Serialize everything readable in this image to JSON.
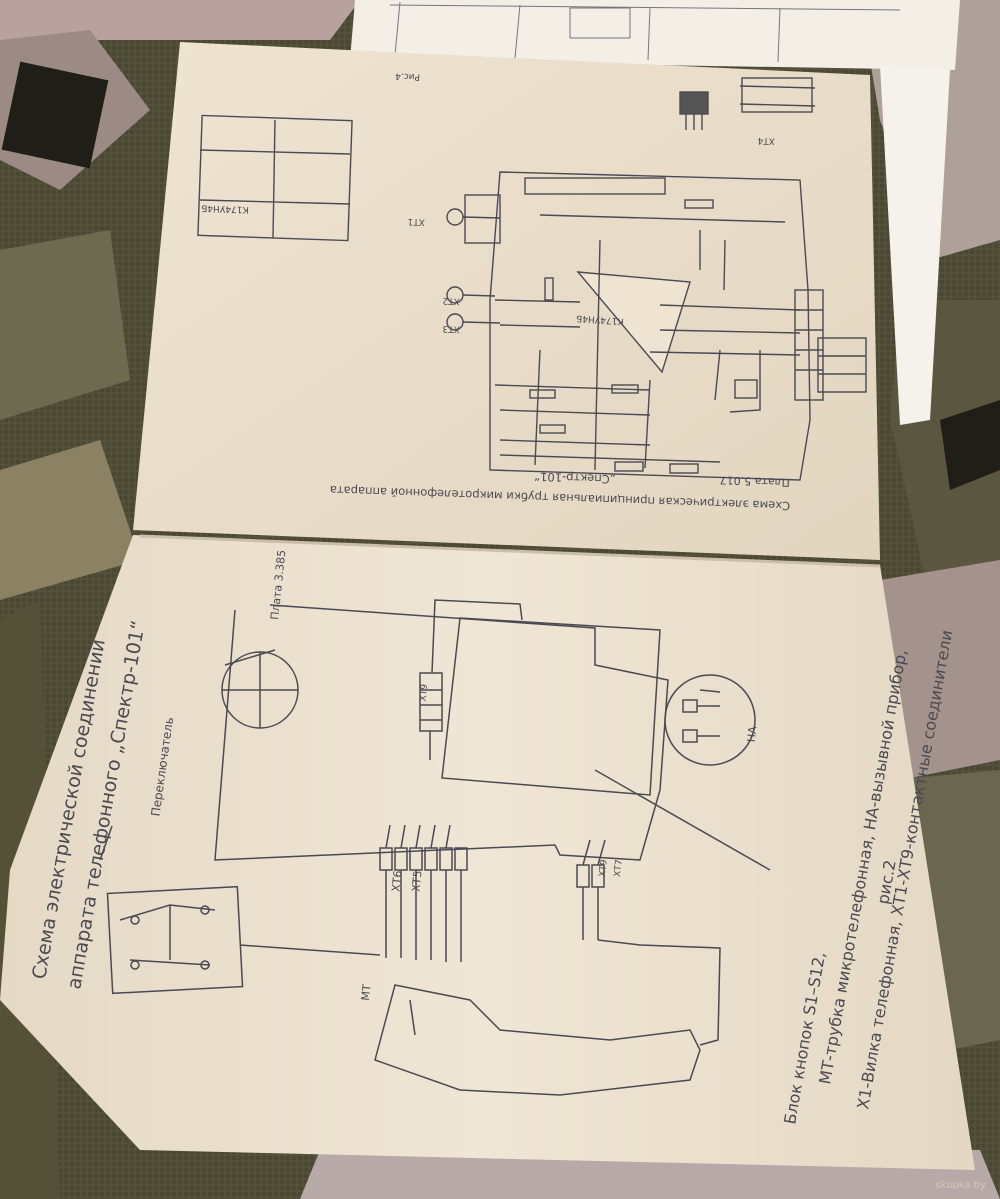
{
  "upper_page": {
    "title_line1": "Схема электрическая принципиальная трубки микротелефонной аппарата",
    "title_line2": "„Спектр-101“",
    "board_label": "Плата 5.017",
    "chip_label": "К174УН4Б",
    "connector_labels": [
      "ХТ1",
      "ХТ2",
      "ХТ3",
      "ХТ4"
    ],
    "top_tag": "Рис.4"
  },
  "lower_page": {
    "title_line1": "Схема электрической соединений",
    "title_line2": "аппарата телефонного „Спектр-101“",
    "switch_label": "Переключатель",
    "board_label": "Плата 3.385",
    "connector_group_left": [
      "ХТ6",
      "ХТ5"
    ],
    "connector_group_right": [
      "ХТ9",
      "ХТ7"
    ],
    "handset_label": "МТ",
    "ringer_label": "НА",
    "caption_line1": "Блок кнопок S1–S12,",
    "caption_line2": "МТ-трубка микротелефонная, НА-вызывной прибор,",
    "caption_line3": "Х1-Вилка телефонная, ХТ1-ХТ9-контактные соединители",
    "figure_label": "рис.2"
  },
  "watermark": "skupka.by",
  "colors": {
    "paper": "#efe4d2",
    "ink": "#4a4a52",
    "carpet_dark": "#3d3b2c",
    "carpet_pink": "#b8a2a0"
  }
}
